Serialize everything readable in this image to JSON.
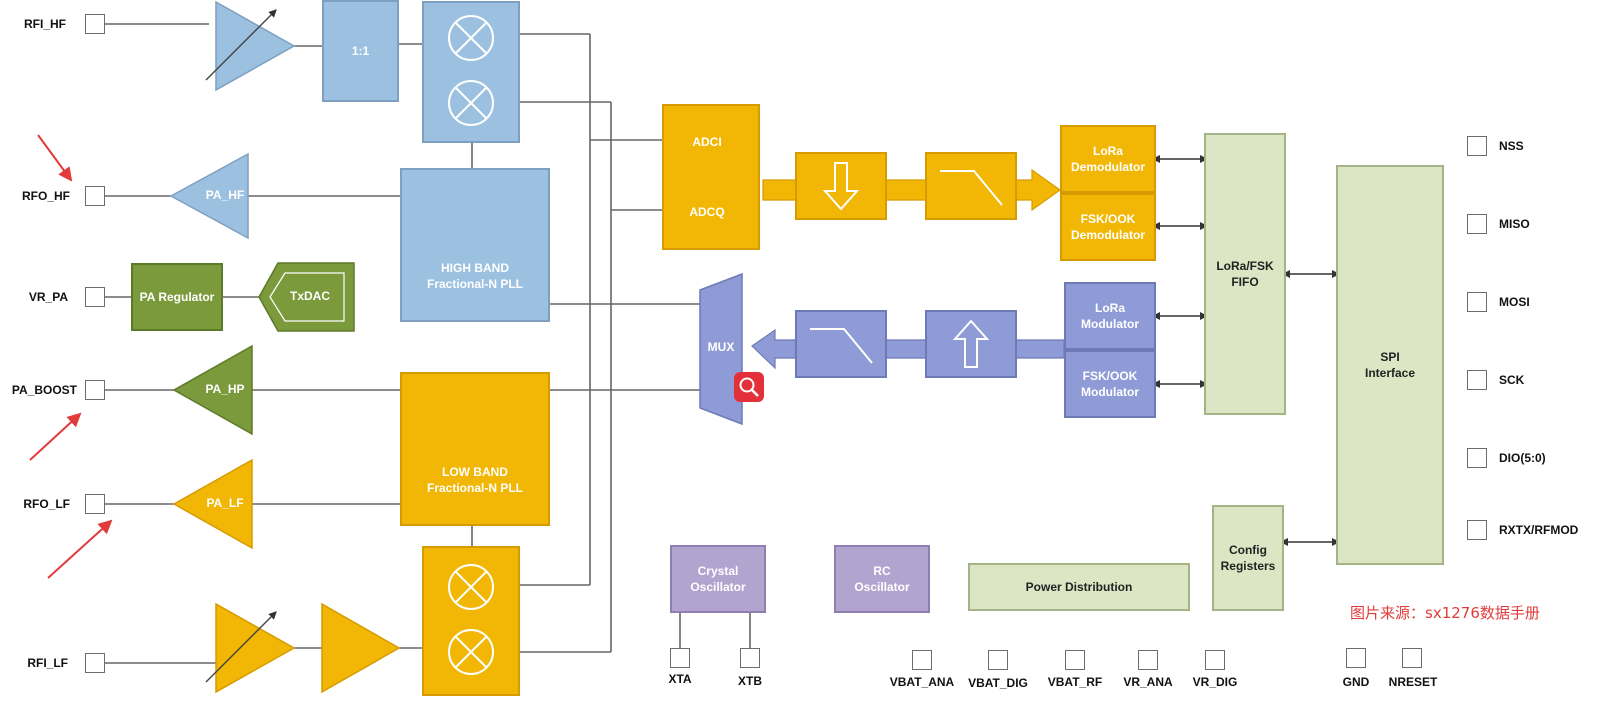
{
  "pins_left": [
    "RFI_HF",
    "RFO_HF",
    "VR_PA",
    "PA_BOOST",
    "RFO_LF",
    "RFI_LF"
  ],
  "pins_right": [
    "NSS",
    "MISO",
    "MOSI",
    "SCK",
    "DIO(5:0)",
    "RXTX/RFMOD"
  ],
  "pins_bottom": [
    "XTA",
    "XTB",
    "VBAT_ANA",
    "VBAT_DIG",
    "VBAT_RF",
    "VR_ANA",
    "VR_DIG",
    "GND",
    "NRESET"
  ],
  "blocks": {
    "ratio": "1:1",
    "pa_hf": "PA_HF",
    "pa_regulator": "PA Regulator",
    "txdac": "TxDAC",
    "pa_hp": "PA_HP",
    "pa_lf": "PA_LF",
    "high_pll": "HIGH BAND\nFractional-N PLL",
    "low_pll": "LOW BAND\nFractional-N PLL",
    "adci": "ADCI",
    "adcq": "ADCQ",
    "mux": "MUX",
    "lora_demod": "LoRa\nDemodulator",
    "fsk_demod": "FSK/OOK\nDemodulator",
    "lora_mod": "LoRa\nModulator",
    "fsk_mod": "FSK/OOK\nModulator",
    "fifo": "LoRa/FSK\nFIFO",
    "spi": "SPI\nInterface",
    "config": "Config\nRegisters",
    "crystal": "Crystal\nOscillator",
    "rc": "RC\nOscillator",
    "power": "Power Distribution"
  },
  "source_note": "图片来源：sx1276数据手册",
  "colors": {
    "rf_blue": "#9cc0e0",
    "lf_orange": "#f2b705",
    "pa_green": "#7a9a3b",
    "tx_purple": "#8f9bd6",
    "osc_lavender": "#b3a3cf",
    "digital_pale": "#dde6c4",
    "annotation_red": "#e23b3b"
  },
  "icons": [
    "zoom-search-icon",
    "red-pointer-arrow",
    "mixer-cross-icon",
    "oscillator-sine-icon",
    "lowpass-filter-icon",
    "decimate-down-arrow-icon",
    "interpolate-up-arrow-icon"
  ]
}
